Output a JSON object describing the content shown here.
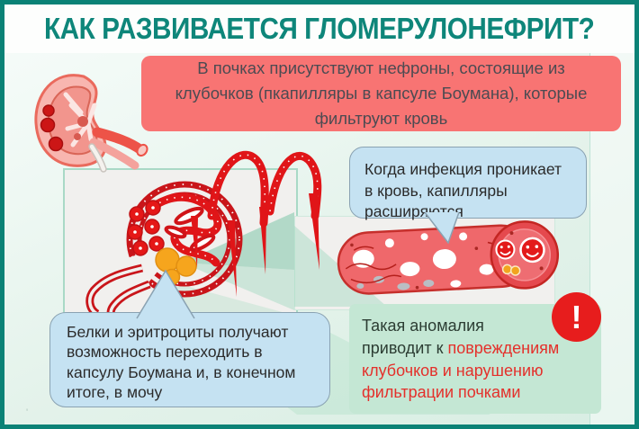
{
  "title": "КАК РАЗВИВАЕТСЯ ГЛОМЕРУЛОНЕФРИТ?",
  "intro_box": {
    "text": "В почках присутствуют нефроны, состоящие из клубочков (пкапилляры в капсуле Боумана), которые фильтруют кровь"
  },
  "bubble_infection": {
    "text": "Когда инфекция проникает в кровь, капилляры расширяются"
  },
  "bubble_proteins": {
    "text": "Белки и эритроциты получают возможность переходить в капсулу Боумана и, в конечном итоге, в мочу"
  },
  "warning_box": {
    "line1": "Такая аномалия",
    "lead": "приводит к ",
    "highlight": "повреждениям клубочков и нарушению фильтрации почками"
  },
  "exclamation_badge": {
    "glyph": "!"
  },
  "stray_mark": "'",
  "illustrations": {
    "kidney": "kidney cross-section with glomeruli dots and vessels",
    "glomerulus": "glomerulus capillaries in Bowman capsule with red blood cells and leaking proteins",
    "capillary": "dilated capillary with pores, infection smiley cells and proteins"
  },
  "colors": {
    "frame": "#0B8276",
    "title": "#0E867A",
    "intro_bg": "#F87473",
    "intro_text": "#4C4B52",
    "bubble_bg": "#C5E2F2",
    "bubble_border": "#8AA2B2",
    "warning_bg": "#C4E7D4",
    "warning_red": "#E4302B",
    "alert_red": "#E71D1D",
    "panel_bg": "#F1F0EE"
  }
}
